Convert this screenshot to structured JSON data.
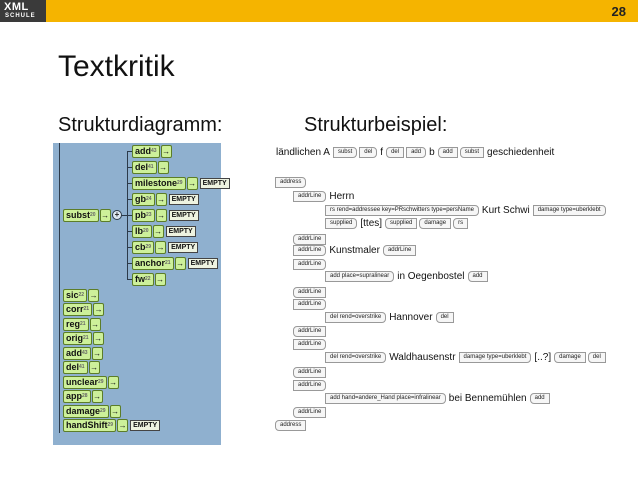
{
  "header": {
    "logo_top": "XML",
    "logo_bottom": "SCHULE",
    "page_number": "28",
    "accent_color": "#f5b400"
  },
  "title": "Textkritik",
  "subheadings": {
    "left": "Strukturdiagramm:",
    "right": "Strukturbeispiel:"
  },
  "diagram": {
    "root": {
      "label": "subst",
      "count": "20"
    },
    "children": [
      {
        "label": "add",
        "count": "43",
        "empty": ""
      },
      {
        "label": "del",
        "count": "41",
        "empty": ""
      },
      {
        "label": "milestone",
        "count": "29",
        "empty": "EMPTY"
      },
      {
        "label": "gb",
        "count": "24",
        "empty": "EMPTY"
      },
      {
        "label": "pb",
        "count": "23",
        "empty": "EMPTY"
      },
      {
        "label": "lb",
        "count": "20",
        "empty": "EMPTY"
      },
      {
        "label": "cb",
        "count": "29",
        "empty": "EMPTY"
      },
      {
        "label": "anchor",
        "count": "21",
        "empty": "EMPTY"
      },
      {
        "label": "fw",
        "count": "22",
        "empty": ""
      }
    ],
    "lower": [
      {
        "label": "sic",
        "count": "22",
        "empty": ""
      },
      {
        "label": "corr",
        "count": "21",
        "empty": ""
      },
      {
        "label": "reg",
        "count": "21",
        "empty": ""
      },
      {
        "label": "orig",
        "count": "21",
        "empty": ""
      },
      {
        "label": "add",
        "count": "43",
        "empty": ""
      },
      {
        "label": "del",
        "count": "41",
        "empty": ""
      },
      {
        "label": "unclear",
        "count": "29",
        "empty": ""
      },
      {
        "label": "app",
        "count": "28",
        "empty": ""
      },
      {
        "label": "damage",
        "count": "29",
        "empty": ""
      },
      {
        "label": "handShift",
        "count": "29",
        "empty": "EMPTY"
      }
    ]
  },
  "example": {
    "lines": [
      [
        {
          "t": "txt",
          "v": "ländlichen A"
        },
        {
          "t": "open",
          "v": "subst"
        },
        {
          "t": "open",
          "v": "del"
        },
        {
          "t": "txt",
          "v": "f"
        },
        {
          "t": "close",
          "v": "del"
        },
        {
          "t": "open",
          "v": "add"
        },
        {
          "t": "txt",
          "v": "b"
        },
        {
          "t": "close",
          "v": "add"
        },
        {
          "t": "close",
          "v": "subst"
        },
        {
          "t": "txt",
          "v": "geschiedenheit"
        }
      ],
      [
        {
          "t": "open",
          "v": "address"
        }
      ],
      [
        {
          "t": "open",
          "v": "addrLine"
        },
        {
          "t": "txt",
          "v": "Herrn"
        }
      ],
      [
        {
          "t": "open",
          "v": "rs rend=addressee key=PRschwitters type=persName"
        },
        {
          "t": "txt",
          "v": "Kurt Schwi"
        },
        {
          "t": "open",
          "v": "damage type=uberklebt"
        }
      ],
      [
        {
          "t": "open",
          "v": "supplied"
        },
        {
          "t": "txt",
          "v": "[ttes]"
        },
        {
          "t": "close",
          "v": "supplied"
        },
        {
          "t": "close",
          "v": "damage"
        },
        {
          "t": "close",
          "v": "rs"
        }
      ],
      [
        {
          "t": "close",
          "v": "addrLine"
        }
      ],
      [
        {
          "t": "open",
          "v": "addrLine"
        },
        {
          "t": "txt",
          "v": "Kunstmaler"
        },
        {
          "t": "close",
          "v": "addrLine"
        }
      ],
      [
        {
          "t": "open",
          "v": "addrLine"
        }
      ],
      [
        {
          "t": "open",
          "v": "add place=supralinear"
        },
        {
          "t": "txt",
          "v": "in Oegenbostel"
        },
        {
          "t": "close",
          "v": "add"
        }
      ],
      [
        {
          "t": "close",
          "v": "addrLine"
        }
      ],
      [
        {
          "t": "open",
          "v": "addrLine"
        }
      ],
      [
        {
          "t": "open",
          "v": "del rend=overstrike"
        },
        {
          "t": "txt",
          "v": "Hannover"
        },
        {
          "t": "close",
          "v": "del"
        }
      ],
      [
        {
          "t": "close",
          "v": "addrLine"
        }
      ],
      [
        {
          "t": "open",
          "v": "addrLine"
        }
      ],
      [
        {
          "t": "open",
          "v": "del rend=overstrike"
        },
        {
          "t": "txt",
          "v": "Waldhausenstr"
        },
        {
          "t": "open",
          "v": "damage type=uberklebt"
        },
        {
          "t": "txt",
          "v": "[..?]"
        },
        {
          "t": "close",
          "v": "damage"
        },
        {
          "t": "close",
          "v": "del"
        }
      ],
      [
        {
          "t": "close",
          "v": "addrLine"
        }
      ],
      [
        {
          "t": "open",
          "v": "addrLine"
        }
      ],
      [
        {
          "t": "open",
          "v": "add hand=andere_Hand place=infralinear"
        },
        {
          "t": "txt",
          "v": "bei Bennemühlen"
        },
        {
          "t": "close",
          "v": "add"
        }
      ],
      [
        {
          "t": "close",
          "v": "addrLine"
        }
      ],
      [
        {
          "t": "close",
          "v": "address"
        }
      ]
    ]
  }
}
